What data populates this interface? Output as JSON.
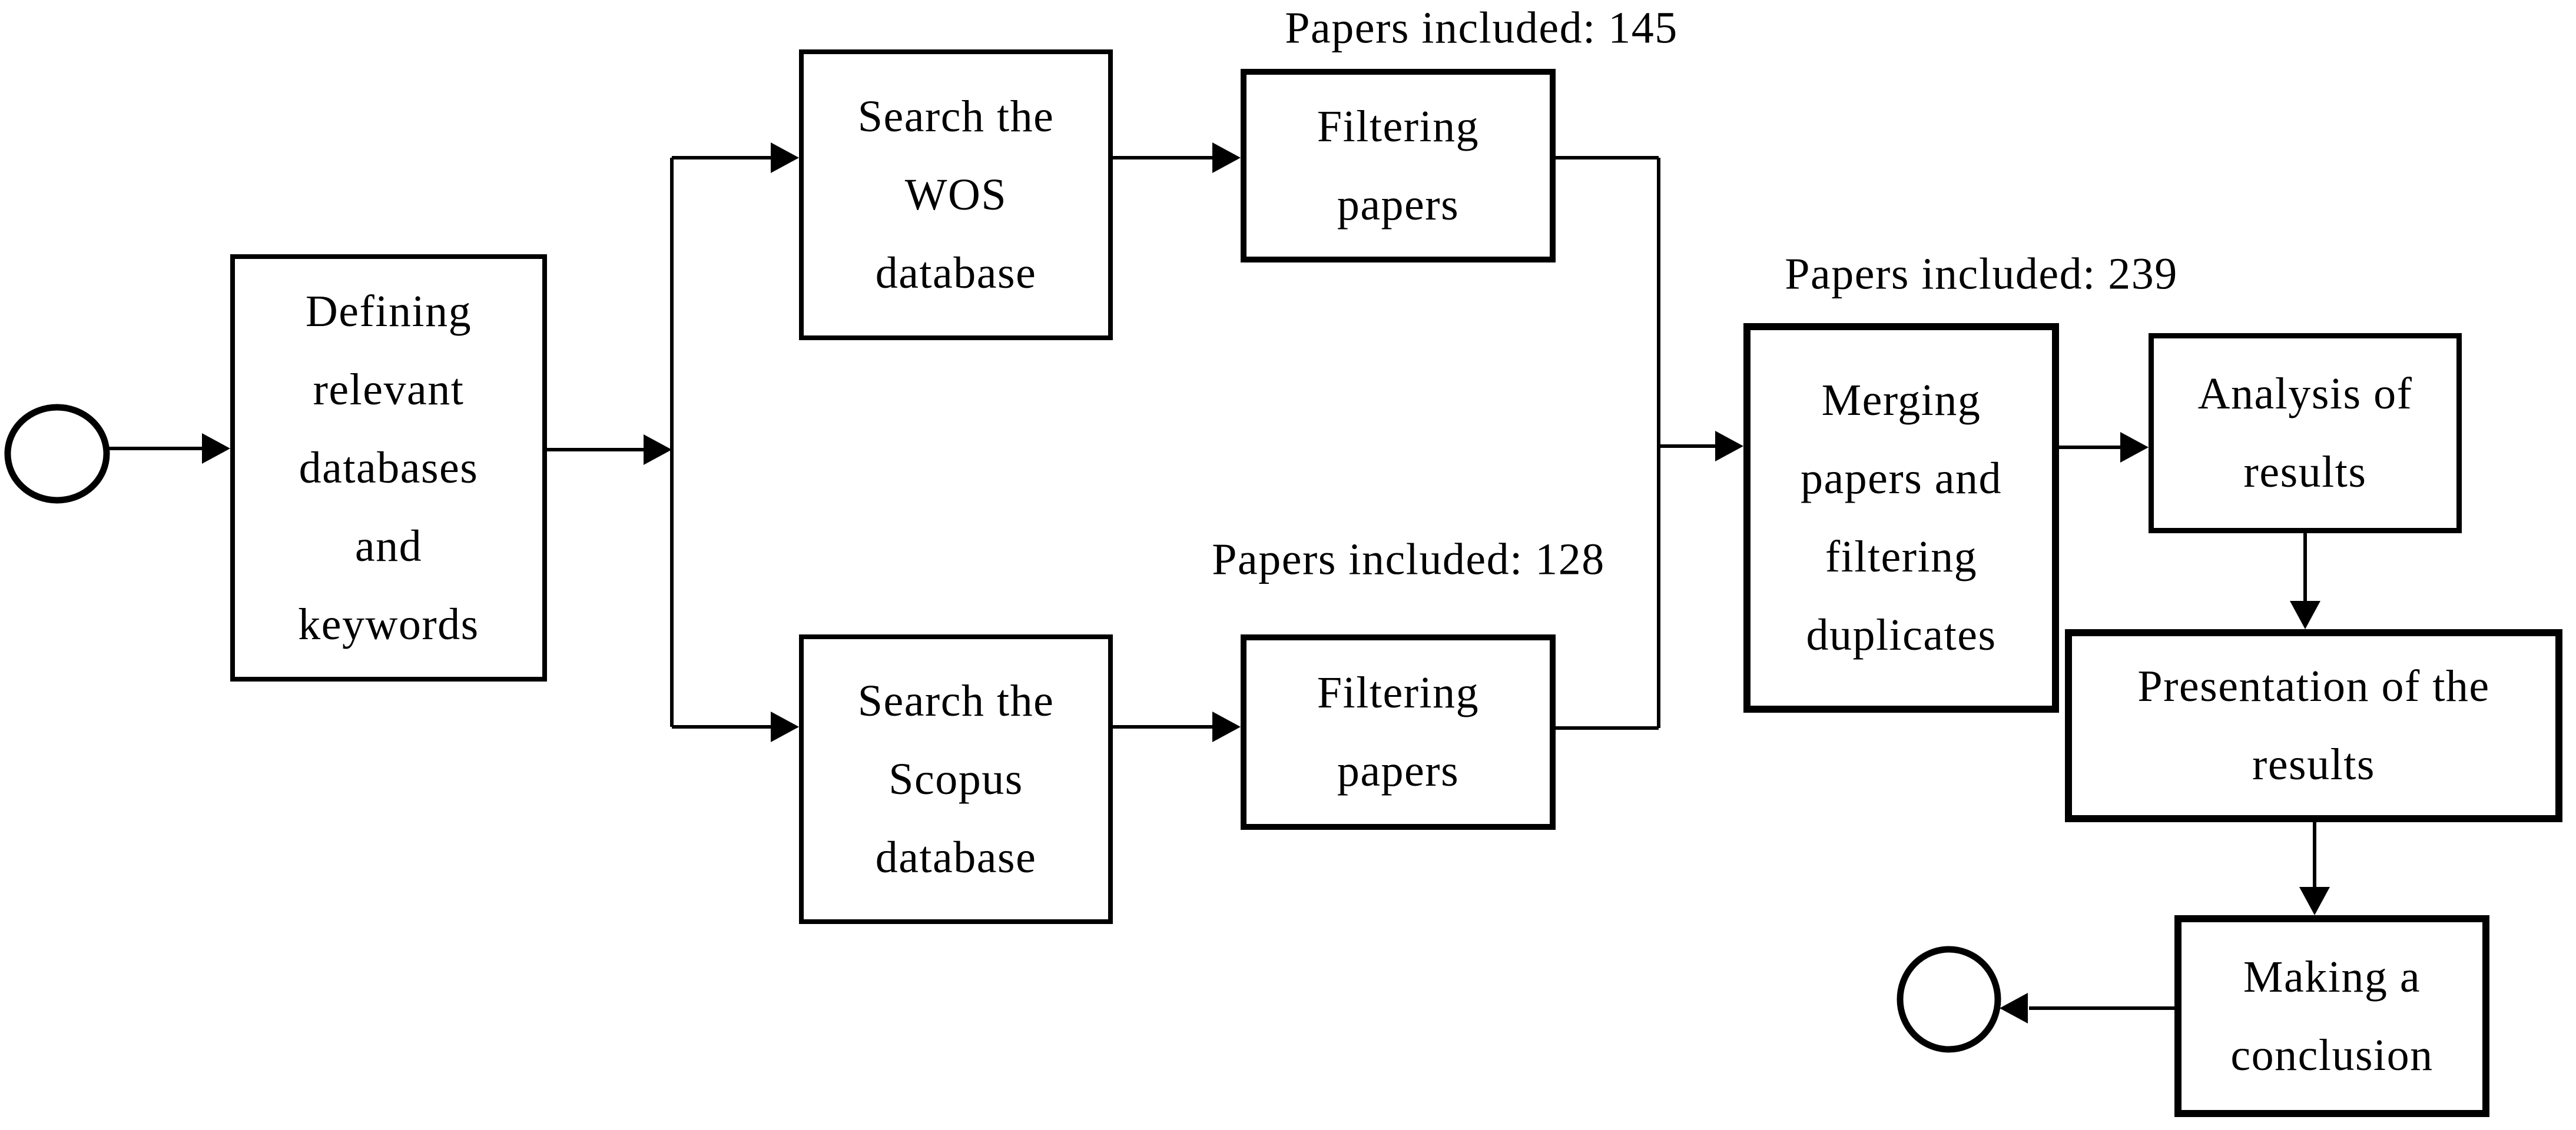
{
  "flowchart": {
    "nodes": {
      "defining": "Defining\nrelevant\ndatabases\nand\nkeywords",
      "search_wos": "Search the\nWOS\ndatabase",
      "filtering_wos": "Filtering\npapers",
      "search_scopus": "Search the\nScopus\ndatabase",
      "filtering_scopus": "Filtering\npapers",
      "merging": "Merging\npapers and\nfiltering\nduplicates",
      "analysis": "Analysis of\nresults",
      "presentation": "Presentation of the\nresults",
      "conclusion": "Making a\nconclusion"
    },
    "annotations": {
      "wos_count": {
        "text": "Papers included: 145",
        "value": 145
      },
      "scopus_count": {
        "text": "Papers included: 128",
        "value": 128
      },
      "merged_count": {
        "text": "Papers included: 239",
        "value": 239
      }
    },
    "colors": {
      "ink": "#000000",
      "background": "#ffffff"
    }
  }
}
